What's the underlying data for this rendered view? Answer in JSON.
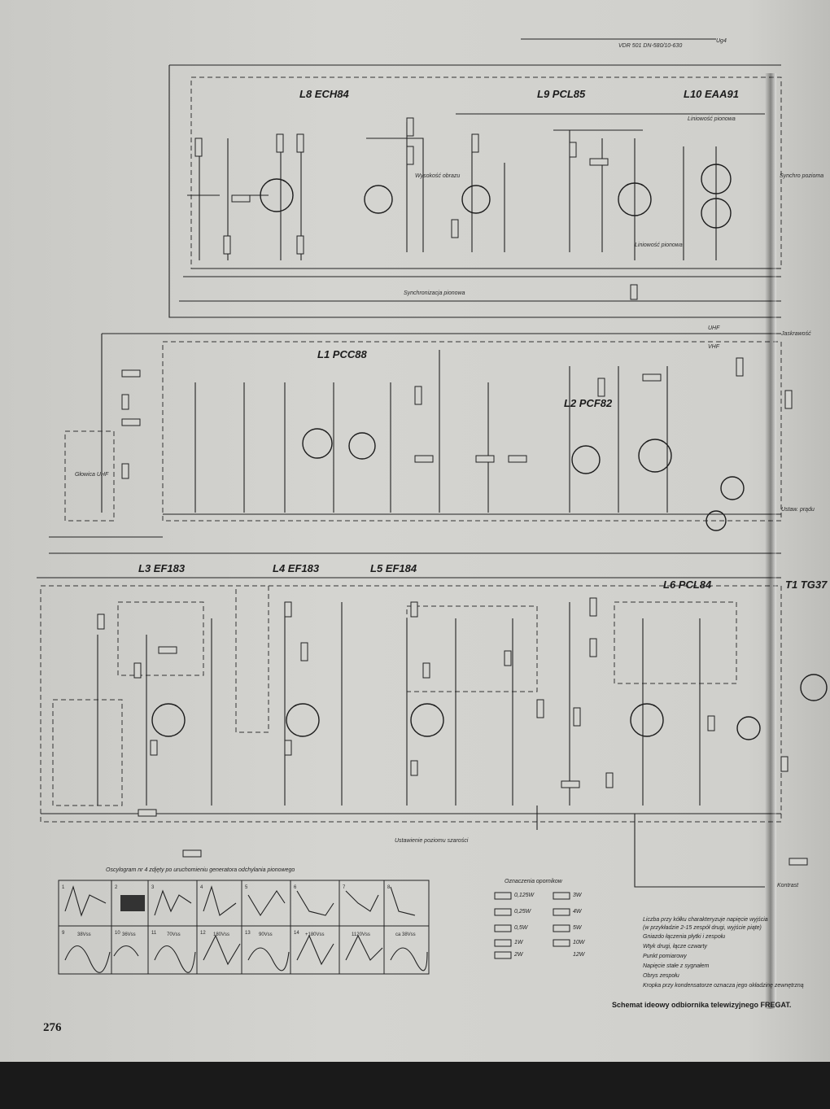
{
  "page": {
    "number": "276",
    "caption": "Schemat ideowy odbiornika telewizyjnego FREGAT."
  },
  "tubes": [
    {
      "id": "L8",
      "label": "L8 ECH84"
    },
    {
      "id": "L9",
      "label": "L9 PCL85"
    },
    {
      "id": "L10",
      "label": "L10 EAA91"
    },
    {
      "id": "L1",
      "label": "L1 PCC88"
    },
    {
      "id": "L2",
      "label": "L2 PCF82"
    },
    {
      "id": "L3",
      "label": "L3 EF183"
    },
    {
      "id": "L4",
      "label": "L4 EF183"
    },
    {
      "id": "L5",
      "label": "L5 EF184"
    },
    {
      "id": "L6",
      "label": "L6 PCL84"
    },
    {
      "id": "T1",
      "label": "T1 TG37"
    }
  ],
  "annotations": {
    "liniowosc_pionowa": "Liniowość pionowa",
    "wysokosc_obrazu": "Wysokość obrazu",
    "liniowosc_pionowa_2": "Liniowość pionowa",
    "synchronizacja_pionowa": "Synchronizacja pionowa",
    "synchro_pozioma": "Synchro pozioma",
    "ustawienie_poziomu_szarosci": "Ustawienie poziomu szarości",
    "glowica_uhf": "Głowica UHF",
    "jaskrawosc": "Jaskrawość",
    "ustaw_pradu": "Ustaw. prądu",
    "kontrast": "Kontrast",
    "uhf": "UHF",
    "vhf": "VHF",
    "ug4": "Ug4",
    "vdr": "VDR 501 DN-580/10-630"
  },
  "oscillogram": {
    "title": "Oscylogram nr 4 zdjęty po uruchomieniu generatora odchylania pionowego",
    "cells": [
      "1",
      "2",
      "3",
      "4",
      "5",
      "6",
      "7",
      "8",
      "9",
      "10",
      "11",
      "12",
      "13",
      "14"
    ],
    "values": [
      "38Vss",
      "36Vss",
      "70Vss",
      "180Vss",
      "90Vss",
      "+180Vss",
      "1120Vss",
      "ca 38Vss"
    ]
  },
  "legend": {
    "title": "Oznaczenia opornikow",
    "items": [
      "0,125W",
      "0,25W",
      "0,5W",
      "1W",
      "2W",
      "3W",
      "4W",
      "5W",
      "10W",
      "12W"
    ]
  },
  "notes": {
    "items": [
      "Liczba przy kółku charakteryzuje napięcie wyjścia",
      "(w przykładzie 2-15 zespół drugi, wyjście piąte)",
      "Gniazdo łączenia płytki i zespołu",
      "Wtyk drugi, łącze czwarty",
      "Punkt pomiarowy",
      "Napięcie stałe z sygnałem",
      "Obrys zespołu",
      "Kropka przy kondensatorze oznacza jego okładzinę zewnętrzną"
    ]
  },
  "colors": {
    "paper": "#cfcfcb",
    "ink": "#1c1c1c",
    "band": "#1a1a1a"
  }
}
